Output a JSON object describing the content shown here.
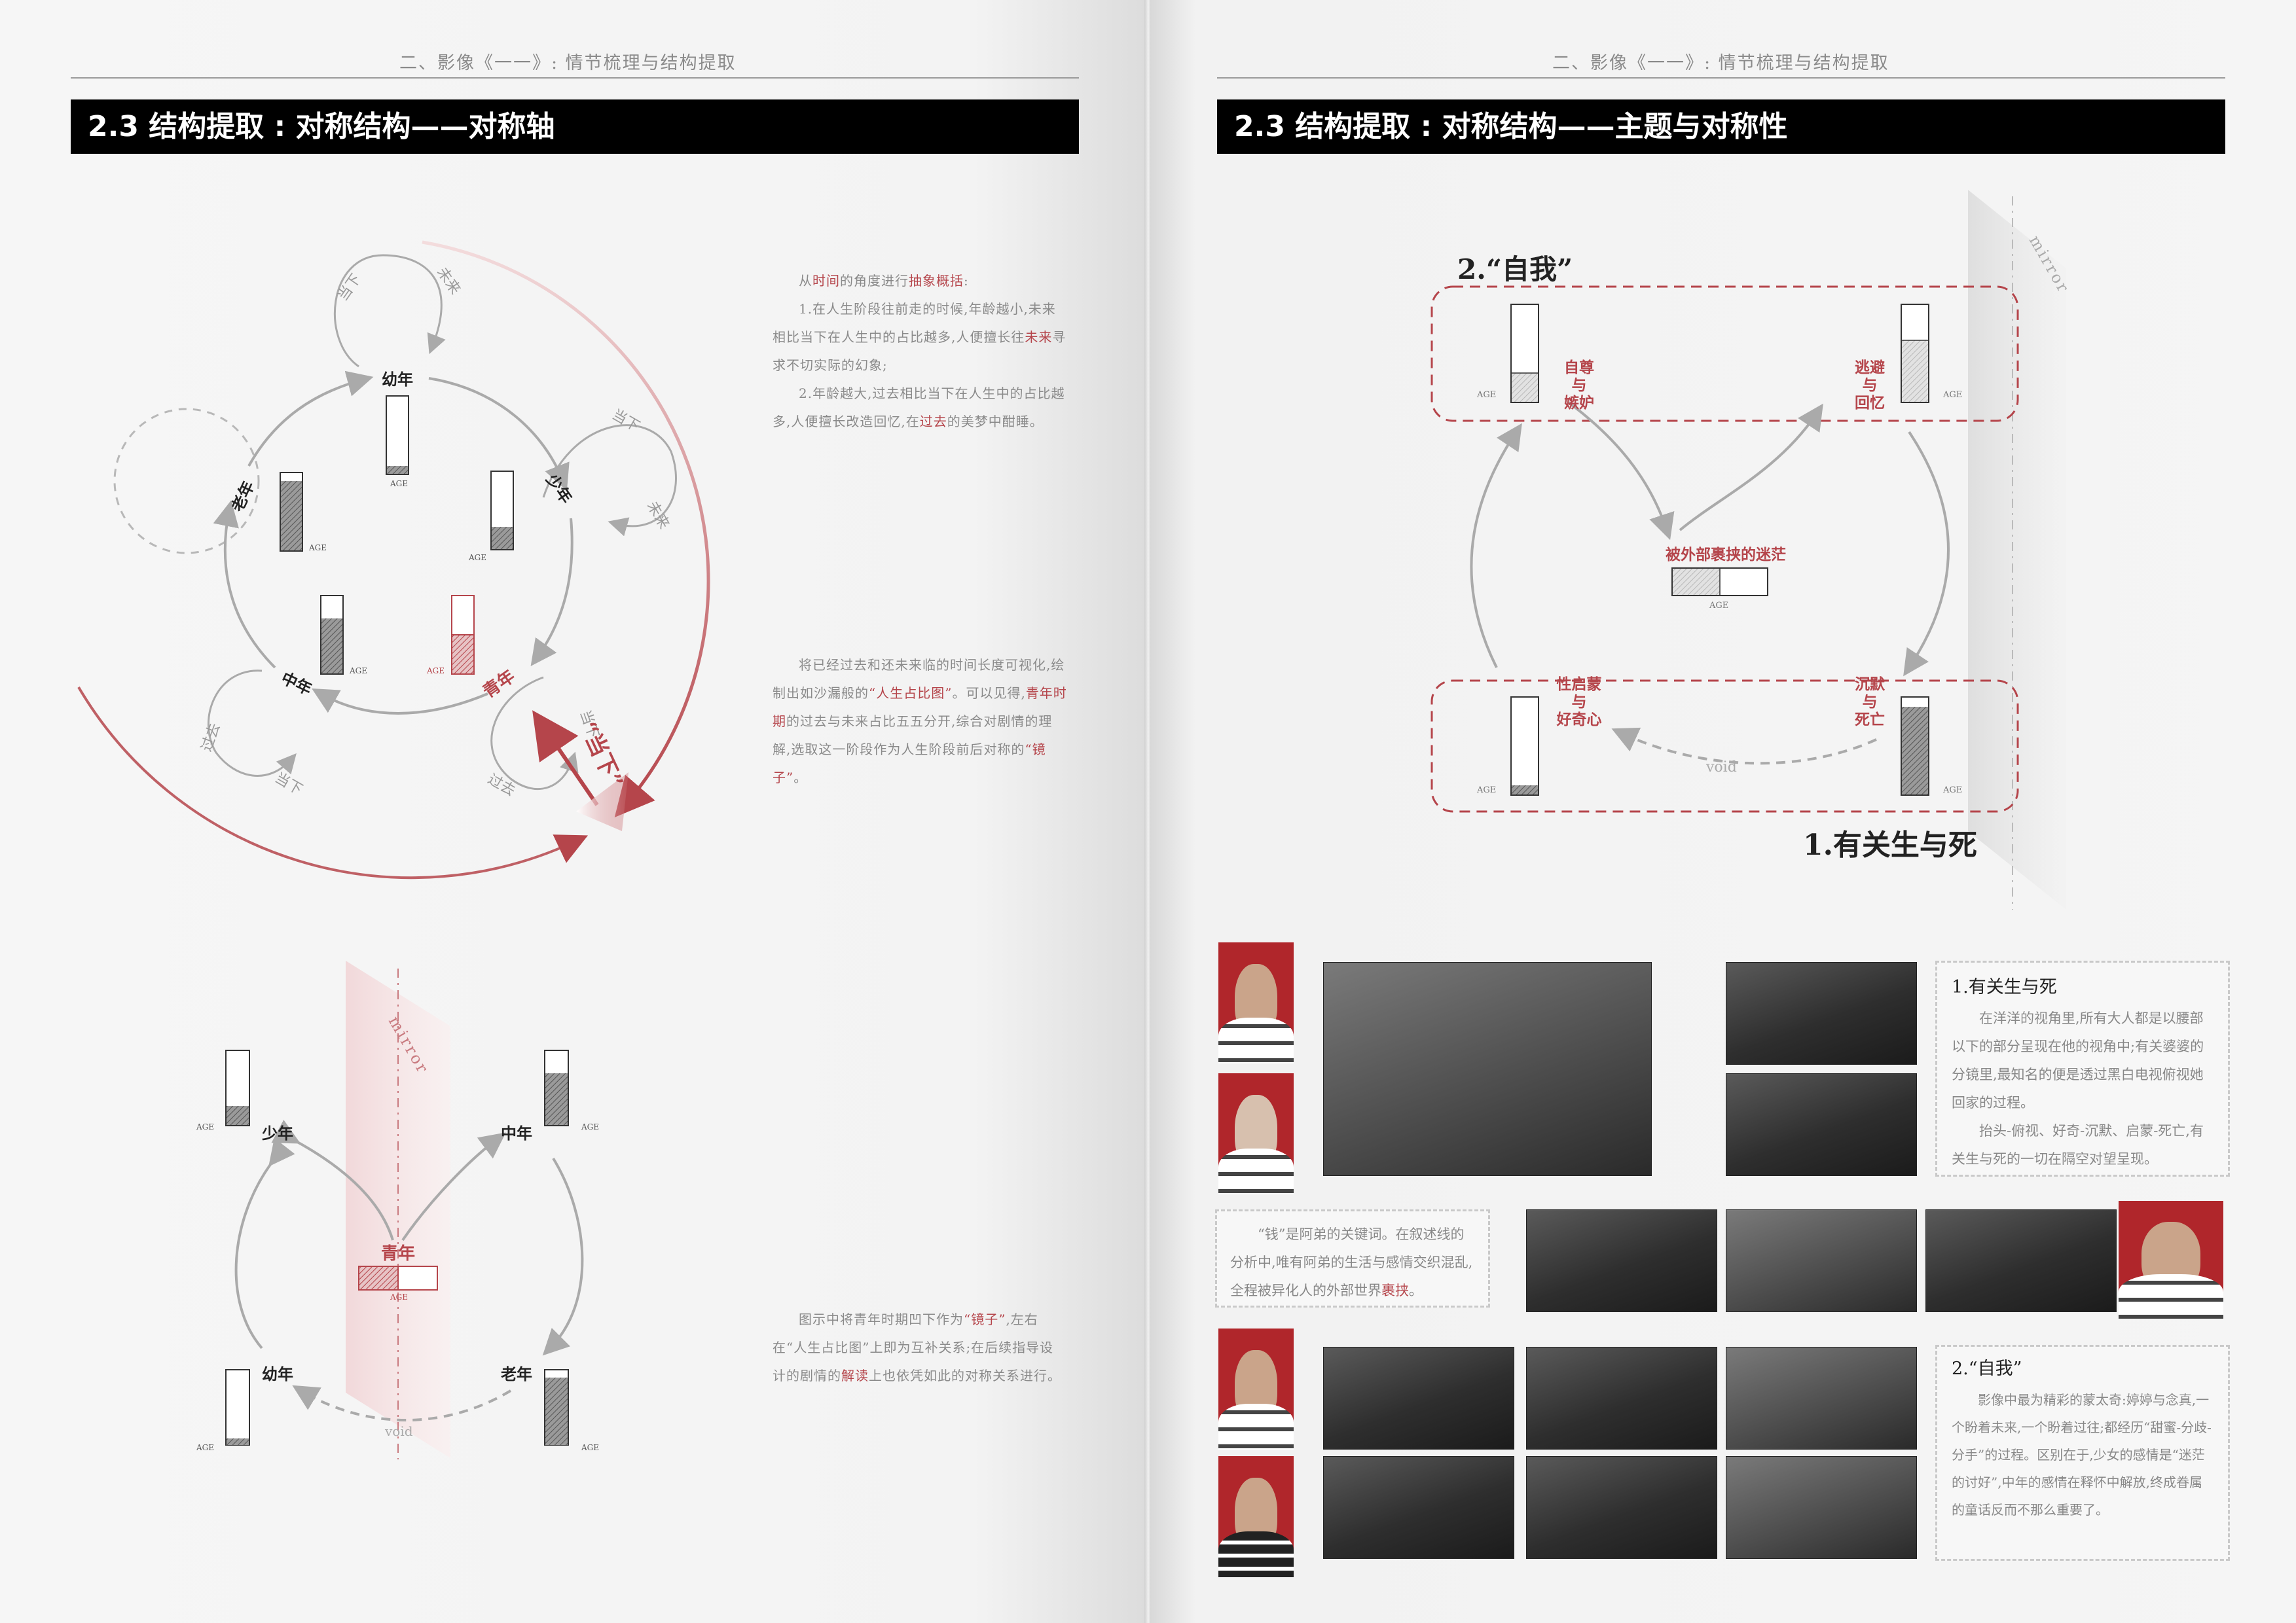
{
  "running_header": "二、影像《一一》: 情节梳理与结构提取",
  "left_page": {
    "title": "2.3 结构提取 : 对称结构——对称轴",
    "cycle": {
      "nodes": {
        "youth_child": "幼年",
        "teen": "少年",
        "young": "青年",
        "middle": "中年",
        "old": "老年"
      },
      "small": {
        "now": "当下",
        "future": "未来",
        "past": "过去"
      },
      "big_now": "当下",
      "age": "AGE"
    },
    "text1": {
      "line1_pre": "从",
      "line1_hl1": "时间",
      "line1_mid": "的角度进行",
      "line1_hl2": "抽象概括",
      "line1_post": ":",
      "p1_pre": "1.在人生阶段往前走的时候,年龄越小,未来相比当下在人生中的占比越多,人便擅长往",
      "p1_hl": "未来",
      "p1_post": "寻求不切实际的幻象;",
      "p2_pre": "2.年龄越大,过去相比当下在人生中的占比越多,人便擅长改造回忆,在",
      "p2_hl": "过去",
      "p2_post": "的美梦中酣睡。"
    },
    "text2": {
      "a": "将已经过去和还未来临的时间长度可视化,绘制出如沙漏般的",
      "hl1": "“人生占比图”",
      "b": "。可以见得,",
      "hl2": "青年时期",
      "c": "的过去与未来占比五五分开,综合对剧情的理解,选取这一阶段作为人生阶段前后对称的",
      "hl3": "“镜子”",
      "d": "。"
    },
    "mirror_diagram": {
      "mirror": "mirror",
      "void": "void",
      "teen": "少年",
      "middle": "中年",
      "young": "青年",
      "child": "幼年",
      "old": "老年",
      "age": "AGE"
    },
    "text3": {
      "a": "图示中将青年时期凹下作为",
      "hl1": "“镜子”",
      "b": ",左右在“人生占比图”上即为互补关系;在后续指导设计的剧情的",
      "hl2": "解读",
      "c": "上也依凭如此的对称关系进行。"
    }
  },
  "right_page": {
    "title": "2.3 结构提取 : 对称结构——主题与对称性",
    "diagram": {
      "self_title": "2.“自我”",
      "life_title": "1.有关生与死",
      "mirror": "mirror",
      "void": "void",
      "age": "AGE",
      "tl": [
        "自尊",
        "与",
        "嫉妒"
      ],
      "tr": [
        "逃避",
        "与",
        "回忆"
      ],
      "bl": [
        "性启蒙",
        "与",
        "好奇心"
      ],
      "br": [
        "沉默",
        "与",
        "死亡"
      ],
      "center": "被外部裹挟的迷茫"
    },
    "note1": {
      "title": "1.有关生与死",
      "p1": "在洋洋的视角里,所有大人都是以腰部以下的部分呈现在他的视角中;有关婆婆的分镜里,最知名的便是透过黑白电视俯视她回家的过程。",
      "p2": "抬头-俯视、好奇-沉默、启蒙-死亡,有关生与死的一切在隔空对望呈现。"
    },
    "note2": {
      "a": "“钱”是阿弟的关键词。在叙述线的分析中,唯有阿弟的生活与感情交织混乱,全程被异化人的外部世界",
      "hl": "裹挟",
      "b": "。"
    },
    "note3": {
      "title": "2.“自我”",
      "p1": "影像中最为精彩的蒙太奇:婷婷与念真,一个盼着未来,一个盼着过往;都经历“甜蜜-分歧-分手”的过程。区别在于,少女的感情是“迷茫的讨好”,中年的感情在释怀中解放,终成眷属的童话反而不那么重要了。"
    }
  },
  "colors": {
    "accent": "#b5454b",
    "dark_red": "#8e2f35",
    "title_bg": "#000000",
    "gray_line": "#a8a8a8"
  }
}
